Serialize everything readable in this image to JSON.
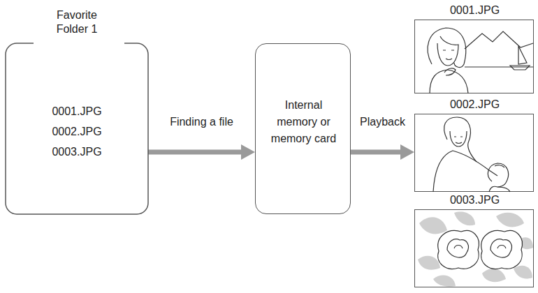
{
  "diagram": {
    "nodes": [
      {
        "text": [
          "Favorite Folder 1",
          "0001.JPG",
          "0002.JPG",
          "0003.JPG"
        ]
      },
      {
        "text": [
          "Internal memory or memory card"
        ]
      },
      {
        "text": [
          "0001.JPG"
        ]
      },
      {
        "text": [
          "0002.JPG"
        ]
      },
      {
        "text": [
          "0003.JPG"
        ]
      }
    ],
    "edges": [
      {
        "from": 0,
        "to": 1,
        "label": "Finding a file",
        "arrow": "to"
      },
      {
        "from": 1,
        "to": 3,
        "label": "Playback",
        "arrow": "to"
      }
    ]
  }
}
